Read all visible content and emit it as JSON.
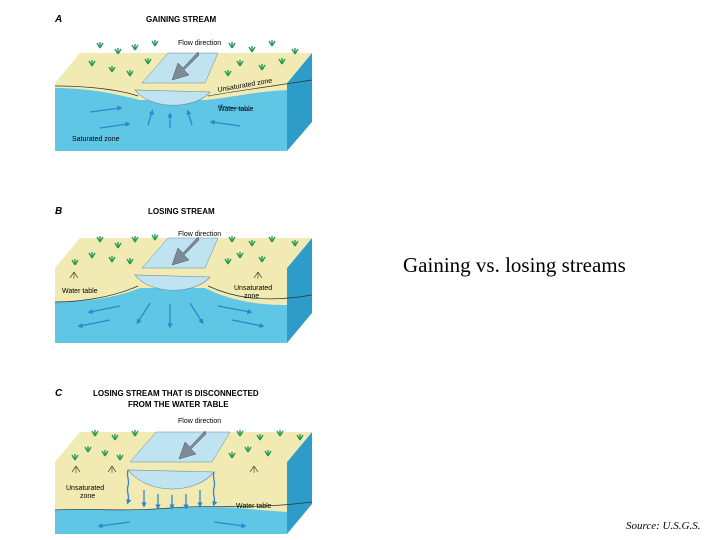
{
  "slide": {
    "title": "Gaining vs. losing streams",
    "source": "Source: U.S.G.S."
  },
  "panels": [
    {
      "letter": "A",
      "title_lines": [
        "GAINING STREAM"
      ],
      "flow_label": "Flow direction",
      "labels": [
        "Unsaturated zone",
        "Water table",
        "Saturated zone"
      ]
    },
    {
      "letter": "B",
      "title_lines": [
        "LOSING STREAM"
      ],
      "flow_label": "Flow direction",
      "labels": [
        "Water table",
        "Unsaturated",
        "zone"
      ]
    },
    {
      "letter": "C",
      "title_lines": [
        "LOSING STREAM THAT IS DISCONNECTED",
        "FROM THE WATER TABLE"
      ],
      "flow_label": "Flow direction",
      "labels": [
        "Unsaturated",
        "zone",
        "Water table"
      ]
    }
  ],
  "colors": {
    "land": "#f1eab3",
    "water": "#5fc6e6",
    "stream": "#bfe3f0",
    "side": "#2e9cc9",
    "arrow": "#2f86c9",
    "plant": "#2a9a58",
    "flow_arrow": "#7f8a97"
  }
}
